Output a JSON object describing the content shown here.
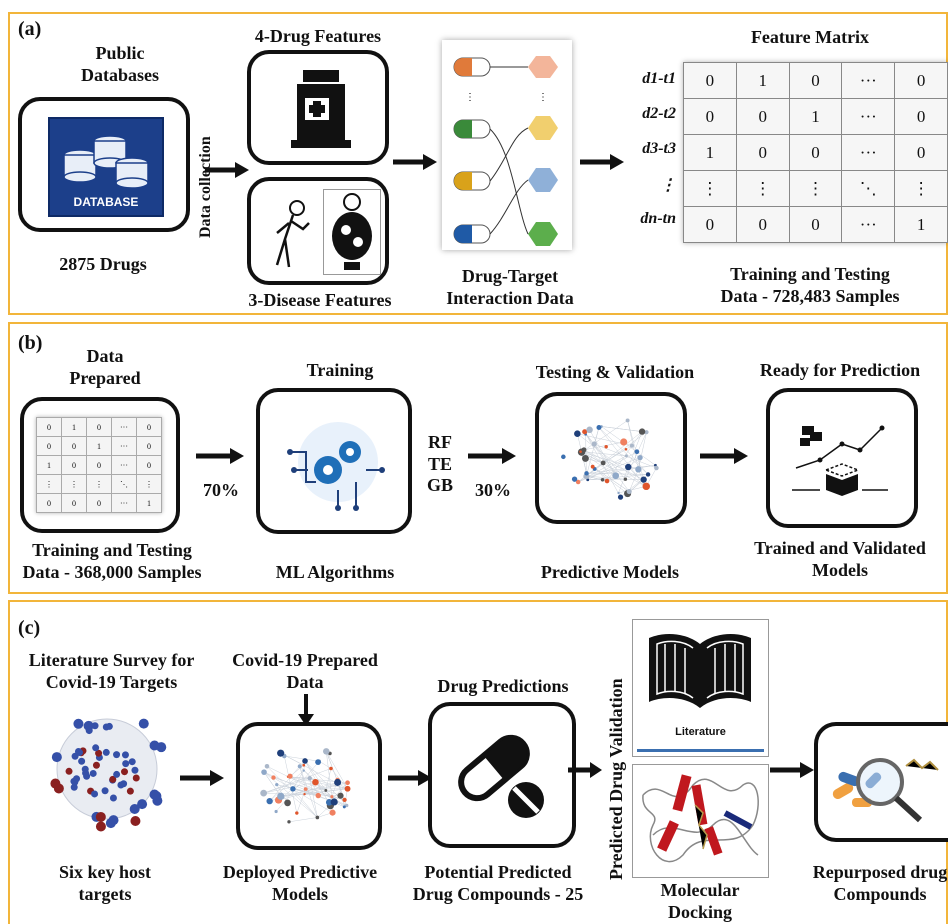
{
  "panel_a": {
    "label": "(a)",
    "public_db_title": "Public\nDatabases",
    "database_icon_text": "DATABASE",
    "drug_count": "2875 Drugs",
    "data_collection": "Data collection",
    "drug_features": "4-Drug Features",
    "disease_features": "3-Disease Features",
    "interaction_title": "Drug-Target\nInteraction Data",
    "feature_matrix_title": "Feature Matrix",
    "matrix_rows": [
      {
        "label": "d1-t1",
        "cells": [
          "0",
          "1",
          "0",
          "···",
          "0"
        ]
      },
      {
        "label": "d2-t2",
        "cells": [
          "0",
          "0",
          "1",
          "···",
          "0"
        ]
      },
      {
        "label": "d3-t3",
        "cells": [
          "1",
          "0",
          "0",
          "···",
          "0"
        ]
      },
      {
        "label": "⋮",
        "cells": [
          "⋮",
          "⋮",
          "⋮",
          "⋱",
          "⋮"
        ]
      },
      {
        "label": "dn-tn",
        "cells": [
          "0",
          "0",
          "0",
          "···",
          "1"
        ]
      }
    ],
    "training_testing": "Training and Testing\nData - 728,483 Samples"
  },
  "panel_b": {
    "label": "(b)",
    "data_prepared": "Data\nPrepared",
    "training_data": "Training and Testing\nData - 368,000 Samples",
    "pct_70": "70%",
    "training": "Training",
    "ml_algorithms": "ML Algorithms",
    "algos": "RF\nTE\nGB",
    "pct_30": "30%",
    "testing_validation": "Testing & Validation",
    "predictive_models": "Predictive Models",
    "ready": "Ready for Prediction",
    "trained_validated": "Trained and Validated\nModels",
    "mini_matrix": [
      [
        "0",
        "1",
        "0",
        "···",
        "0"
      ],
      [
        "0",
        "0",
        "1",
        "···",
        "0"
      ],
      [
        "1",
        "0",
        "0",
        "···",
        "0"
      ],
      [
        "⋮",
        "⋮",
        "⋮",
        "⋱",
        "⋮"
      ],
      [
        "0",
        "0",
        "0",
        "···",
        "1"
      ]
    ]
  },
  "panel_c": {
    "label": "(c)",
    "literature_survey": "Literature Survey for\nCovid-19 Targets",
    "host_targets": "Six key host\ntargets",
    "covid_data": "Covid-19 Prepared\nData",
    "deployed_models": "Deployed Predictive\nModels",
    "drug_predictions": "Drug Predictions",
    "potential_compounds": "Potential Predicted\nDrug Compounds - 25",
    "predicted_validation": "Predicted Drug Validation",
    "literature": "Literature",
    "molecular_docking": "Molecular\nDocking",
    "repurposed": "Repurposed drug\nCompounds"
  },
  "colors": {
    "panel_border": "#f2b53a",
    "db_blue": "#1c3f8a",
    "pill_orange": "#e07a3a",
    "pill_green": "#3a8a3a",
    "pill_yellow": "#d9a21a",
    "pill_blue": "#1f5aa6",
    "hex_salmon": "#f3b59a",
    "hex_yellow": "#f1cf6e",
    "hex_blue": "#8fb0d8",
    "hex_green": "#5cae4c"
  }
}
